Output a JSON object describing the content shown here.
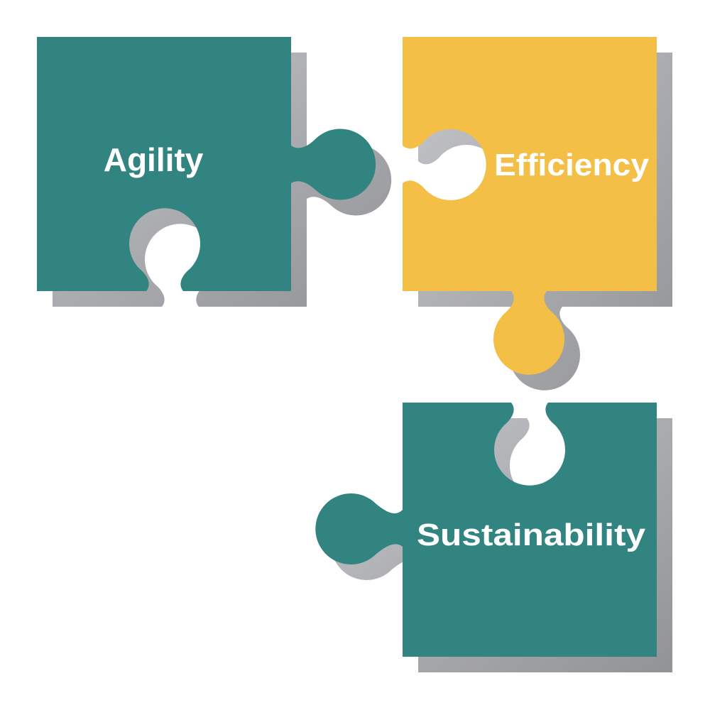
{
  "pieces": [
    {
      "label": "Agility",
      "color": "#328481"
    },
    {
      "label": "Efficiency",
      "color": "#F3BF47"
    },
    {
      "label": "Sustainability",
      "color": "#328481"
    }
  ],
  "shadow_color": "#9C9DA1"
}
